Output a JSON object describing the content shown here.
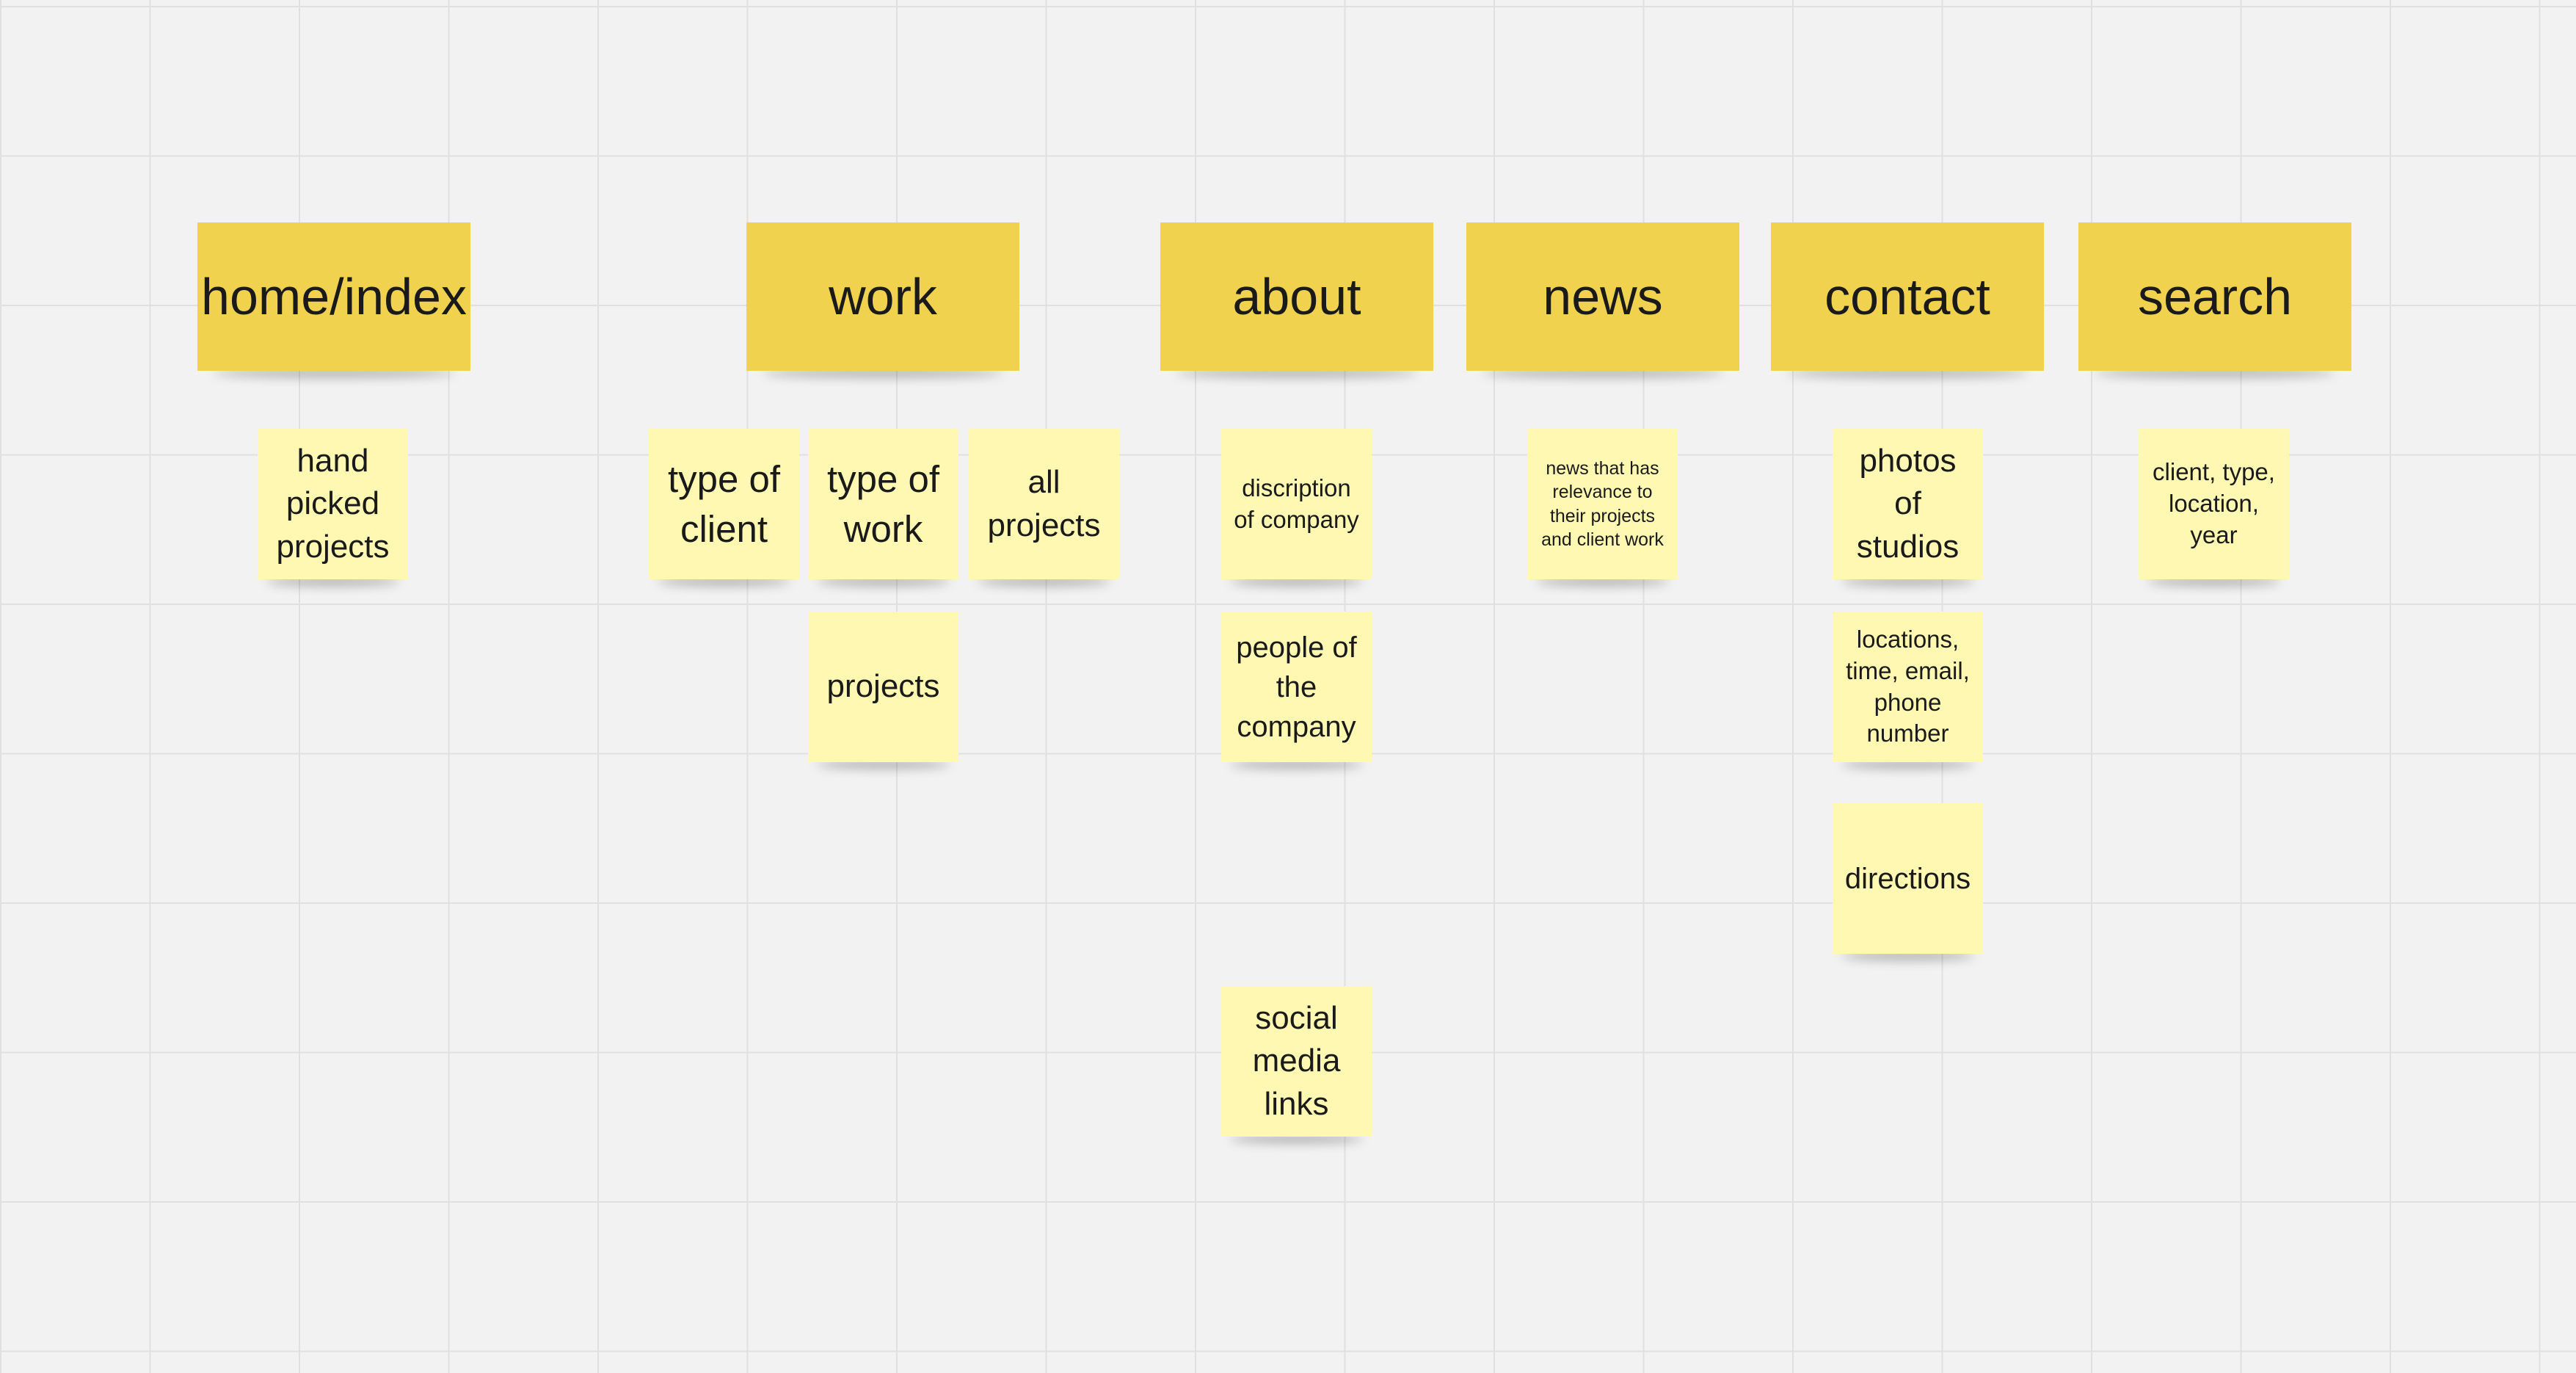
{
  "board": {
    "columns": [
      {
        "header": "home/index",
        "notes": [
          "hand picked projects"
        ]
      },
      {
        "header": "work",
        "notes": [
          "type of client",
          "type of work",
          "all projects",
          "projects"
        ]
      },
      {
        "header": "about",
        "notes": [
          "discription of company",
          "people of the company",
          "social media links"
        ]
      },
      {
        "header": "news",
        "notes": [
          "news that has relevance to their projects and client work"
        ]
      },
      {
        "header": "contact",
        "notes": [
          "photos of studios",
          "locations, time, email, phone number",
          "directions"
        ]
      },
      {
        "header": "search",
        "notes": [
          "client, type, location, year"
        ]
      }
    ]
  },
  "colors": {
    "canvas": "#f2f2f2",
    "grid_line": "#e0e0e0",
    "header_note": "#f0d24e",
    "sub_note": "#fff8b3",
    "text": "#1a1a1a"
  }
}
